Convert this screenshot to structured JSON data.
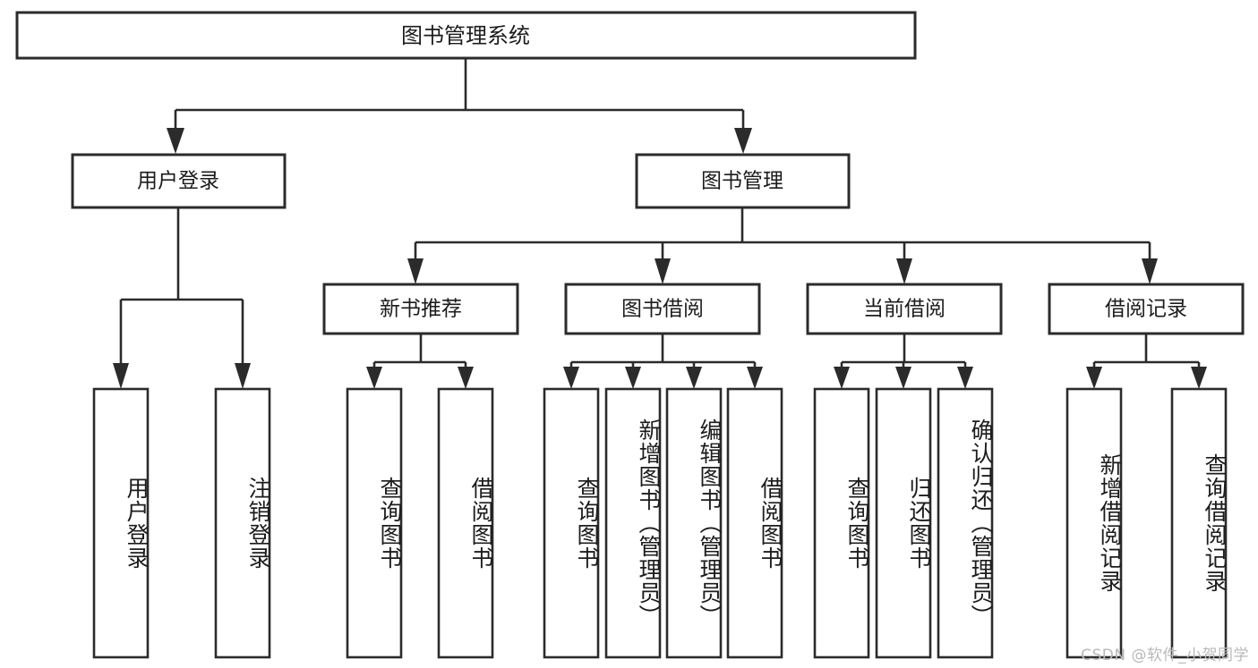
{
  "diagram": {
    "title": "图书管理系统",
    "type": "tree-hierarchy-chart",
    "root": {
      "label": "图书管理系统"
    },
    "level1": [
      {
        "label": "用户登录"
      },
      {
        "label": "图书管理"
      }
    ],
    "level2": [
      {
        "label": "新书推荐"
      },
      {
        "label": "图书借阅"
      },
      {
        "label": "当前借阅"
      },
      {
        "label": "借阅记录"
      }
    ],
    "leaves": [
      {
        "label": "用户登录"
      },
      {
        "label": "注销登录"
      },
      {
        "label": "查询图书"
      },
      {
        "label": "借阅图书"
      },
      {
        "label": "查询图书"
      },
      {
        "label": "新增图书（管理员）"
      },
      {
        "label": "编辑图书（管理员）"
      },
      {
        "label": "借阅图书"
      },
      {
        "label": "查询图书"
      },
      {
        "label": "归还图书"
      },
      {
        "label": "确认归还（管理员）"
      },
      {
        "label": "新增借阅记录"
      },
      {
        "label": "查询借阅记录"
      }
    ]
  },
  "watermark": {
    "text": "CSDN @软件_小贺同学"
  },
  "colors": {
    "stroke": "#2b2b2b",
    "fill": "#ffffff",
    "text": "#1c1c1c",
    "watermark": "#b9b9b9"
  }
}
